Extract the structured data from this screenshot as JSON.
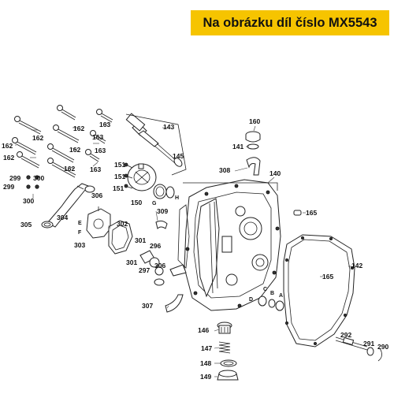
{
  "banner": {
    "text": "Na obrázku díl číslo MX5543"
  },
  "callouts": {
    "c160": "160",
    "c141": "141",
    "c143": "143",
    "c145": "145",
    "c140": "140",
    "c308": "308",
    "c165a": "165",
    "c165b": "165",
    "c142": "142",
    "c162a": "162",
    "c162b": "162",
    "c162c": "162",
    "c162d": "162",
    "c162e": "162",
    "c162f": "162",
    "c163a": "163",
    "c163b": "163",
    "c163c": "163",
    "c163d": "163",
    "c299a": "299",
    "c299b": "299",
    "c300a": "300",
    "c300b": "300",
    "c151a": "151",
    "c151b": "151",
    "c151c": "151",
    "c150": "150",
    "c309": "309",
    "c306a": "306",
    "c306b": "306",
    "c304": "304",
    "c305": "305",
    "c303": "303",
    "c302": "302",
    "c301a": "301",
    "c301b": "301",
    "c296": "296",
    "c297": "297",
    "c307": "307",
    "c146": "146",
    "c147": "147",
    "c148": "148",
    "c149": "149",
    "c292": "292",
    "c291": "291",
    "c290": "290",
    "lE": "E",
    "lF": "F",
    "lG": "G",
    "lH": "H",
    "lA": "A",
    "lB": "B",
    "lC": "C",
    "lD": "D"
  }
}
